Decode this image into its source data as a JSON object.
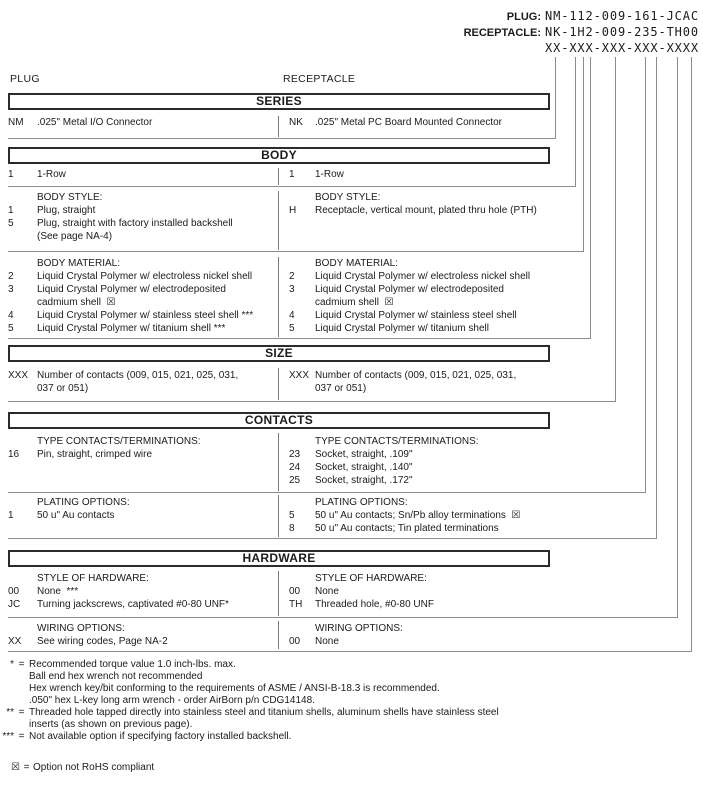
{
  "part_header": {
    "plug_label": "PLUG:",
    "plug_value": "NM-112-009-161-JCAC",
    "receptacle_label": "RECEPTACLE:",
    "receptacle_value": "NK-1H2-009-235-TH00",
    "mask": "XX-XXX-XXX-XXX-XXXX"
  },
  "columns": {
    "left_label": "PLUG",
    "right_label": "RECEPTACLE"
  },
  "series": {
    "title": "SERIES",
    "left_code": "NM",
    "left_desc": ".025\" Metal I/O Connector",
    "right_code": "NK",
    "right_desc": ".025\" Metal PC Board Mounted Connector"
  },
  "body": {
    "title": "BODY",
    "row_left_code": "1",
    "row_left_desc": "1-Row",
    "row_right_code": "1",
    "row_right_desc": "1-Row",
    "style": {
      "left_heading": "BODY STYLE:",
      "right_heading": "BODY STYLE:",
      "left_rows": [
        {
          "code": "1",
          "desc": "Plug, straight"
        },
        {
          "code": "5",
          "desc": "Plug, straight with factory installed backshell"
        },
        {
          "code": "",
          "desc": "(See page NA-4)"
        }
      ],
      "right_rows": [
        {
          "code": "H",
          "desc": "Receptacle, vertical mount, plated thru hole (PTH)"
        }
      ]
    },
    "material": {
      "left_heading": "BODY MATERIAL:",
      "right_heading": "BODY MATERIAL:",
      "left_rows": [
        {
          "code": "2",
          "desc": "Liquid Crystal Polymer w/ electroless nickel shell"
        },
        {
          "code": "3",
          "desc": "Liquid Crystal Polymer w/ electrodeposited"
        },
        {
          "code": "",
          "desc": "cadmium shell  ☒"
        },
        {
          "code": "4",
          "desc": "Liquid Crystal Polymer w/ stainless steel shell ***"
        },
        {
          "code": "5",
          "desc": "Liquid Crystal Polymer w/ titanium shell ***"
        }
      ],
      "right_rows": [
        {
          "code": "2",
          "desc": "Liquid Crystal Polymer w/ electroless nickel shell"
        },
        {
          "code": "3",
          "desc": "Liquid Crystal Polymer w/ electrodeposited"
        },
        {
          "code": "",
          "desc": "cadmium shell  ☒"
        },
        {
          "code": "4",
          "desc": "Liquid Crystal Polymer w/ stainless steel shell"
        },
        {
          "code": "5",
          "desc": "Liquid Crystal Polymer w/ titanium shell"
        }
      ]
    }
  },
  "size": {
    "title": "SIZE",
    "left_rows": [
      {
        "code": "XXX",
        "desc": "Number of contacts (009, 015, 021, 025, 031,"
      },
      {
        "code": "",
        "desc": "037 or 051)"
      }
    ],
    "right_rows": [
      {
        "code": "XXX",
        "desc": "Number of contacts (009, 015, 021, 025, 031,"
      },
      {
        "code": "",
        "desc": "037 or 051)"
      }
    ]
  },
  "contacts": {
    "title": "CONTACTS",
    "type": {
      "left_heading": "TYPE CONTACTS/TERMINATIONS:",
      "right_heading": "TYPE CONTACTS/TERMINATIONS:",
      "left_rows": [
        {
          "code": "16",
          "desc": "Pin, straight, crimped wire"
        }
      ],
      "right_rows": [
        {
          "code": "23",
          "desc": "Socket, straight, .109\""
        },
        {
          "code": "24",
          "desc": "Socket, straight, .140\""
        },
        {
          "code": "25",
          "desc": "Socket, straight, .172\""
        }
      ]
    },
    "plating": {
      "left_heading": "PLATING OPTIONS:",
      "right_heading": "PLATING OPTIONS:",
      "left_rows": [
        {
          "code": "1",
          "desc": "50 u\" Au contacts"
        }
      ],
      "right_rows": [
        {
          "code": "5",
          "desc": "50 u\" Au contacts; Sn/Pb alloy terminations  ☒"
        },
        {
          "code": "8",
          "desc": "50 u\" Au contacts; Tin plated terminations"
        }
      ]
    }
  },
  "hardware": {
    "title": "HARDWARE",
    "style": {
      "left_heading": "STYLE OF HARDWARE:",
      "right_heading": "STYLE OF HARDWARE:",
      "left_rows": [
        {
          "code": "00",
          "desc": "None  ***"
        },
        {
          "code": "JC",
          "desc": "Turning jackscrews, captivated #0-80 UNF*"
        }
      ],
      "right_rows": [
        {
          "code": "00",
          "desc": "None"
        },
        {
          "code": "TH",
          "desc": "Threaded hole, #0-80 UNF"
        }
      ]
    },
    "wiring": {
      "left_heading": "WIRING OPTIONS:",
      "right_heading": "WIRING OPTIONS:",
      "left_rows": [
        {
          "code": "XX",
          "desc": "See wiring codes, Page NA-2"
        }
      ],
      "right_rows": [
        {
          "code": "00",
          "desc": "None"
        }
      ]
    }
  },
  "footnotes": [
    {
      "marker": "*",
      "eq": "=",
      "text": "Recommended torque value 1.0 inch-lbs. max."
    },
    {
      "marker": "",
      "eq": "",
      "text": "Ball end hex wrench not recommended"
    },
    {
      "marker": "",
      "eq": "",
      "text": "Hex wrench key/bit conforming to the requirements of ASME / ANSI-B-18.3 is recommended."
    },
    {
      "marker": "",
      "eq": "",
      "text": ".050\" hex L-key long arm wrench - order AirBorn p/n CDG14148."
    },
    {
      "marker": "**",
      "eq": "=",
      "text": "Threaded hole tapped directly into stainless steel and titanium shells, aluminum shells have stainless steel"
    },
    {
      "marker": "",
      "eq": "",
      "text": "inserts (as shown on previous page)."
    },
    {
      "marker": "***",
      "eq": "=",
      "text": "Not available option if specifying factory installed backshell."
    }
  ],
  "rohs_note": {
    "symbol": "☒",
    "eq": "=",
    "text": "Option not RoHS compliant"
  }
}
